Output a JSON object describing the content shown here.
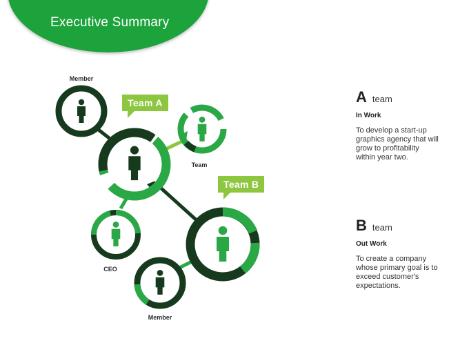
{
  "header": {
    "title": "Executive Summary"
  },
  "colors": {
    "accent": "#1fa33a",
    "dark": "#173a1f",
    "green": "#2aa846",
    "light_green": "#8dc63f"
  },
  "diagram": {
    "labels": {
      "member_top": "Member",
      "team_right": "Team",
      "ceo": "CEO",
      "member_bottom": "Member"
    },
    "callouts": {
      "team_a": "Team A",
      "team_b": "Team B"
    }
  },
  "info": [
    {
      "letter": "A",
      "word": "team",
      "subhead": "In Work",
      "desc": "To develop a start-up graphics agency that will grow to profitability within year two."
    },
    {
      "letter": "B",
      "word": "team",
      "subhead": "Out Work",
      "desc": "To create a company whose primary goal is to exceed customer's expectations."
    }
  ]
}
